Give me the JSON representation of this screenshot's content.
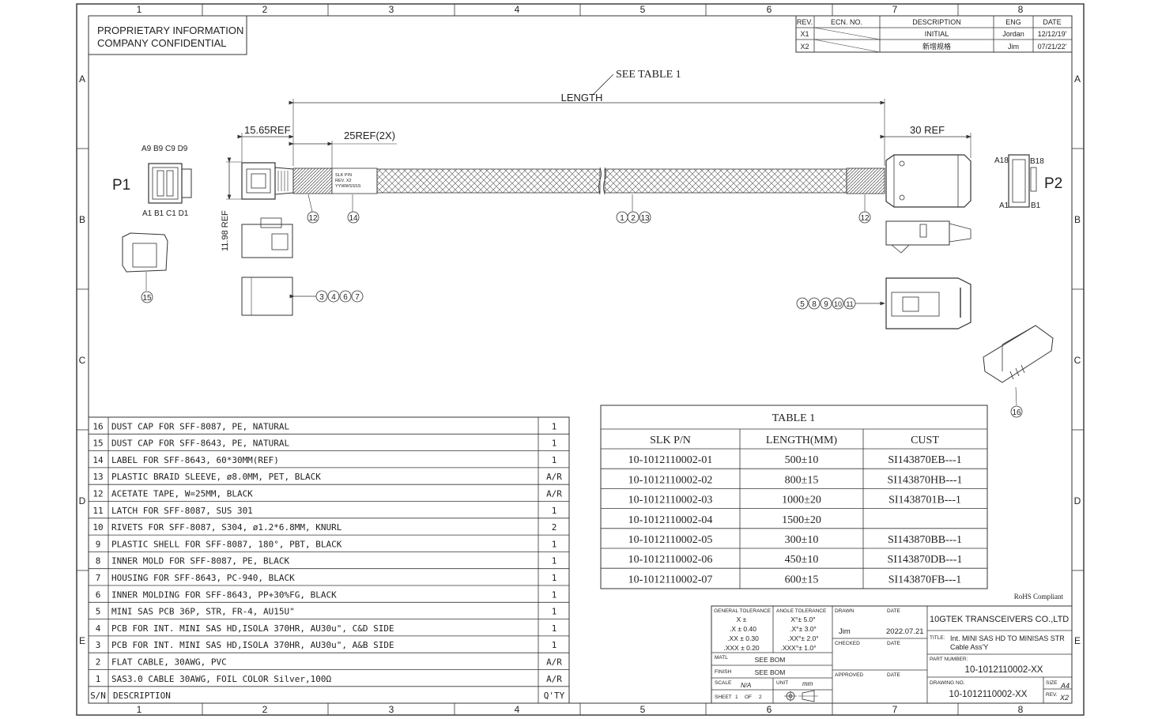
{
  "border": {
    "cols": [
      "1",
      "2",
      "3",
      "4",
      "5",
      "6",
      "7",
      "8"
    ],
    "rows": [
      "A",
      "B",
      "C",
      "D",
      "E"
    ]
  },
  "proprietary": [
    "PROPRIETARY INFORMATION",
    "COMPANY CONFIDENTIAL"
  ],
  "revision": {
    "headers": [
      "REV.",
      "ECN. NO.",
      "DESCRIPTION",
      "ENG",
      "DATE"
    ],
    "rows": [
      [
        "X1",
        "",
        "INITIAL",
        "Jordan",
        "12/12/19'"
      ],
      [
        "X2",
        "",
        "新增规格",
        "Jim",
        "07/21/22'"
      ]
    ]
  },
  "drawing": {
    "see_table": "SEE TABLE 1",
    "length": "LENGTH",
    "dim_15_65": "15.65REF",
    "dim_25": "25REF(2X)",
    "dim_30": "30 REF",
    "dim_11_98": "11.98 REF",
    "p1": "P1",
    "p2": "P2",
    "p1_pins_top": "A9 B9   C9 D9",
    "p1_pins_bottom": "A1  B1   C1 D1",
    "p2_a18": "A18",
    "p2_b18": "B18",
    "p2_a1": "A1",
    "p2_b1": "B1",
    "label_text": [
      "SLK P/N",
      "REV. X2",
      "YYWWSSSS"
    ],
    "balloons": {
      "b12_left": "12",
      "b14": "14",
      "b1": "1",
      "b2": "2",
      "b13": "13",
      "b12_right": "12",
      "b15": "15",
      "b3": "3",
      "b4": "4",
      "b6": "6",
      "b7": "7",
      "b5": "5",
      "b8": "8",
      "b9": "9",
      "b10": "10",
      "b11": "11",
      "b16": "16"
    }
  },
  "bom": {
    "rows": [
      [
        "16",
        "DUST CAP FOR SFF-8087, PE, NATURAL",
        "1"
      ],
      [
        "15",
        "DUST CAP FOR SFF-8643, PE, NATURAL",
        "1"
      ],
      [
        "14",
        "LABEL FOR SFF-8643, 60*30MM(REF)",
        "1"
      ],
      [
        "13",
        "PLASTIC BRAID SLEEVE, ø8.0MM, PET, BLACK",
        "A/R"
      ],
      [
        "12",
        "ACETATE TAPE, W=25MM, BLACK",
        "A/R"
      ],
      [
        "11",
        "LATCH FOR SFF-8087, SUS 301",
        "1"
      ],
      [
        "10",
        "RIVETS FOR SFF-8087, S304, ø1.2*6.8MM, KNURL",
        "2"
      ],
      [
        "9",
        "PLASTIC SHELL FOR SFF-8087, 180°, PBT, BLACK",
        "1"
      ],
      [
        "8",
        "INNER MOLD FOR SFF-8087, PE, BLACK",
        "1"
      ],
      [
        "7",
        "HOUSING FOR SFF-8643, PC-940, BLACK",
        "1"
      ],
      [
        "6",
        "INNER MOLDING FOR SFF-8643, PP+30%FG, BLACK",
        "1"
      ],
      [
        "5",
        "MINI SAS PCB 36P, STR, FR-4, AU15U\"",
        "1"
      ],
      [
        "4",
        "PCB FOR INT. MINI SAS HD,ISOLA 370HR, AU30u\", C&D SIDE",
        "1"
      ],
      [
        "3",
        "PCB FOR INT. MINI SAS HD,ISOLA 370HR, AU30u\", A&B SIDE",
        "1"
      ],
      [
        "2",
        "FLAT CABLE, 30AWG, PVC",
        "A/R"
      ],
      [
        "1",
        "SAS3.0 CABLE 30AWG, FOIL COLOR Silver,100Ω",
        "A/R"
      ]
    ],
    "footer": [
      "S/N",
      "DESCRIPTION",
      "Q'TY"
    ]
  },
  "table1": {
    "title": "TABLE 1",
    "headers": [
      "SLK P/N",
      "LENGTH(MM)",
      "CUST"
    ],
    "rows": [
      [
        "10-1012110002-01",
        "500±10",
        "SI143870EB---1"
      ],
      [
        "10-1012110002-02",
        "800±15",
        "SI143870HB---1"
      ],
      [
        "10-1012110002-03",
        "1000±20",
        "SI1438701B---1"
      ],
      [
        "10-1012110002-04",
        "1500±20",
        ""
      ],
      [
        "10-1012110002-05",
        "300±10",
        "SI143870BB---1"
      ],
      [
        "10-1012110002-06",
        "450±10",
        "SI143870DB---1"
      ],
      [
        "10-1012110002-07",
        "600±15",
        "SI143870FB---1"
      ]
    ]
  },
  "rohs": "RoHS Compliant",
  "titleblock": {
    "gen_tol_label": "GENERAL TOLERANCE",
    "gen_tol": [
      "X ±",
      ".X ± 0.40",
      ".XX ± 0.30",
      ".XXX ± 0.20"
    ],
    "ang_tol_label": "ANGLE TOLERANCE",
    "ang_tol": [
      "X°± 5.0°",
      ".X°± 3.0°",
      ".XX°± 2.0°",
      ".XXX°± 1.0°"
    ],
    "drawn_label": "DRAWN",
    "drawn": "Jim",
    "date_label": "DATE",
    "drawn_date": "2022.07.21",
    "checked_label": "CHECKED",
    "approved_label": "APPROVED",
    "matl_label": "MATL",
    "matl": "SEE BOM",
    "finish_label": "FINISH",
    "finish": "SEE BOM",
    "scale_label": "SCALE",
    "scale": "N/A",
    "unit_label": "UNIT",
    "unit": "mm",
    "sheet_label": "SHEET",
    "sheet_no": "1",
    "of_label": "OF",
    "sheet_total": "2",
    "company": "10GTEK TRANSCEIVERS CO.,LTD",
    "title_label": "TITLE:",
    "title_lines": [
      "Int. MINI SAS HD TO MINISAS STR",
      "Cable Ass'Y"
    ],
    "part_label": "PART NUMBER:",
    "part": "10-1012110002-XX",
    "dwg_label": "DRAWING NO.",
    "dwg": "10-1012110002-XX",
    "size_label": "SIZE",
    "size": "A4",
    "rev_label": "REV.",
    "rev": "X2"
  }
}
